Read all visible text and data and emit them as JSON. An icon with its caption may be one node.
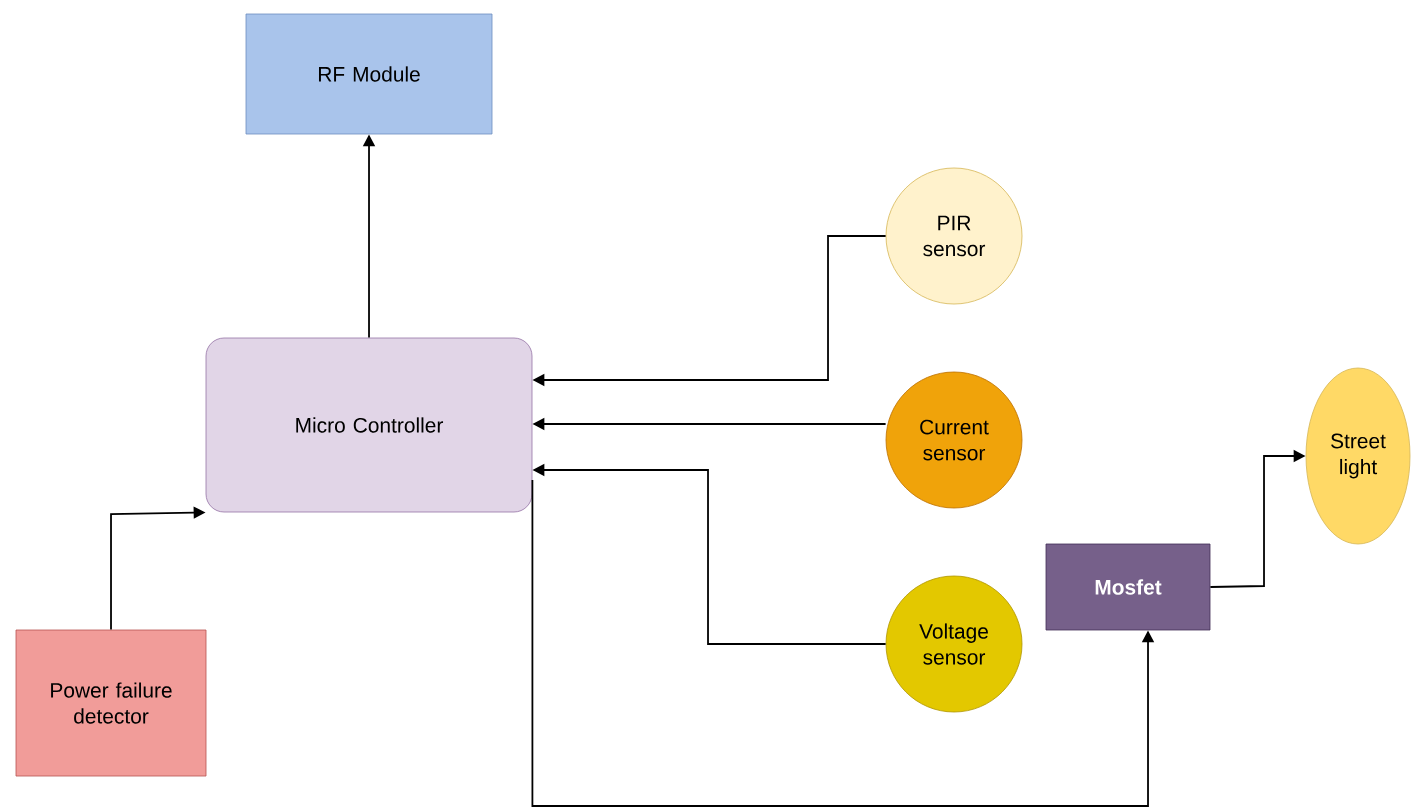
{
  "diagram": {
    "nodes": [
      {
        "text": [
          "RF Module"
        ]
      },
      {
        "text": [
          "Micro Controller"
        ]
      },
      {
        "text": [
          "PIR sensor"
        ]
      },
      {
        "text": [
          "Current sensor"
        ]
      },
      {
        "text": [
          "Street light"
        ]
      },
      {
        "text": [
          "Mosfet"
        ]
      },
      {
        "text": [
          "Voltage sensor"
        ]
      },
      {
        "text": [
          "Power failure detector"
        ]
      }
    ],
    "edges": [
      {
        "from": 1,
        "to": 0,
        "arrow": "to"
      },
      {
        "from": 2,
        "to": 1,
        "arrow": "to"
      },
      {
        "from": 3,
        "to": 1,
        "arrow": "to"
      },
      {
        "from": 6,
        "to": 1,
        "arrow": "to"
      },
      {
        "from": 7,
        "to": 1,
        "arrow": "to"
      },
      {
        "from": 1,
        "to": 5,
        "arrow": "to"
      },
      {
        "from": 5,
        "to": 4,
        "arrow": "to"
      }
    ]
  }
}
